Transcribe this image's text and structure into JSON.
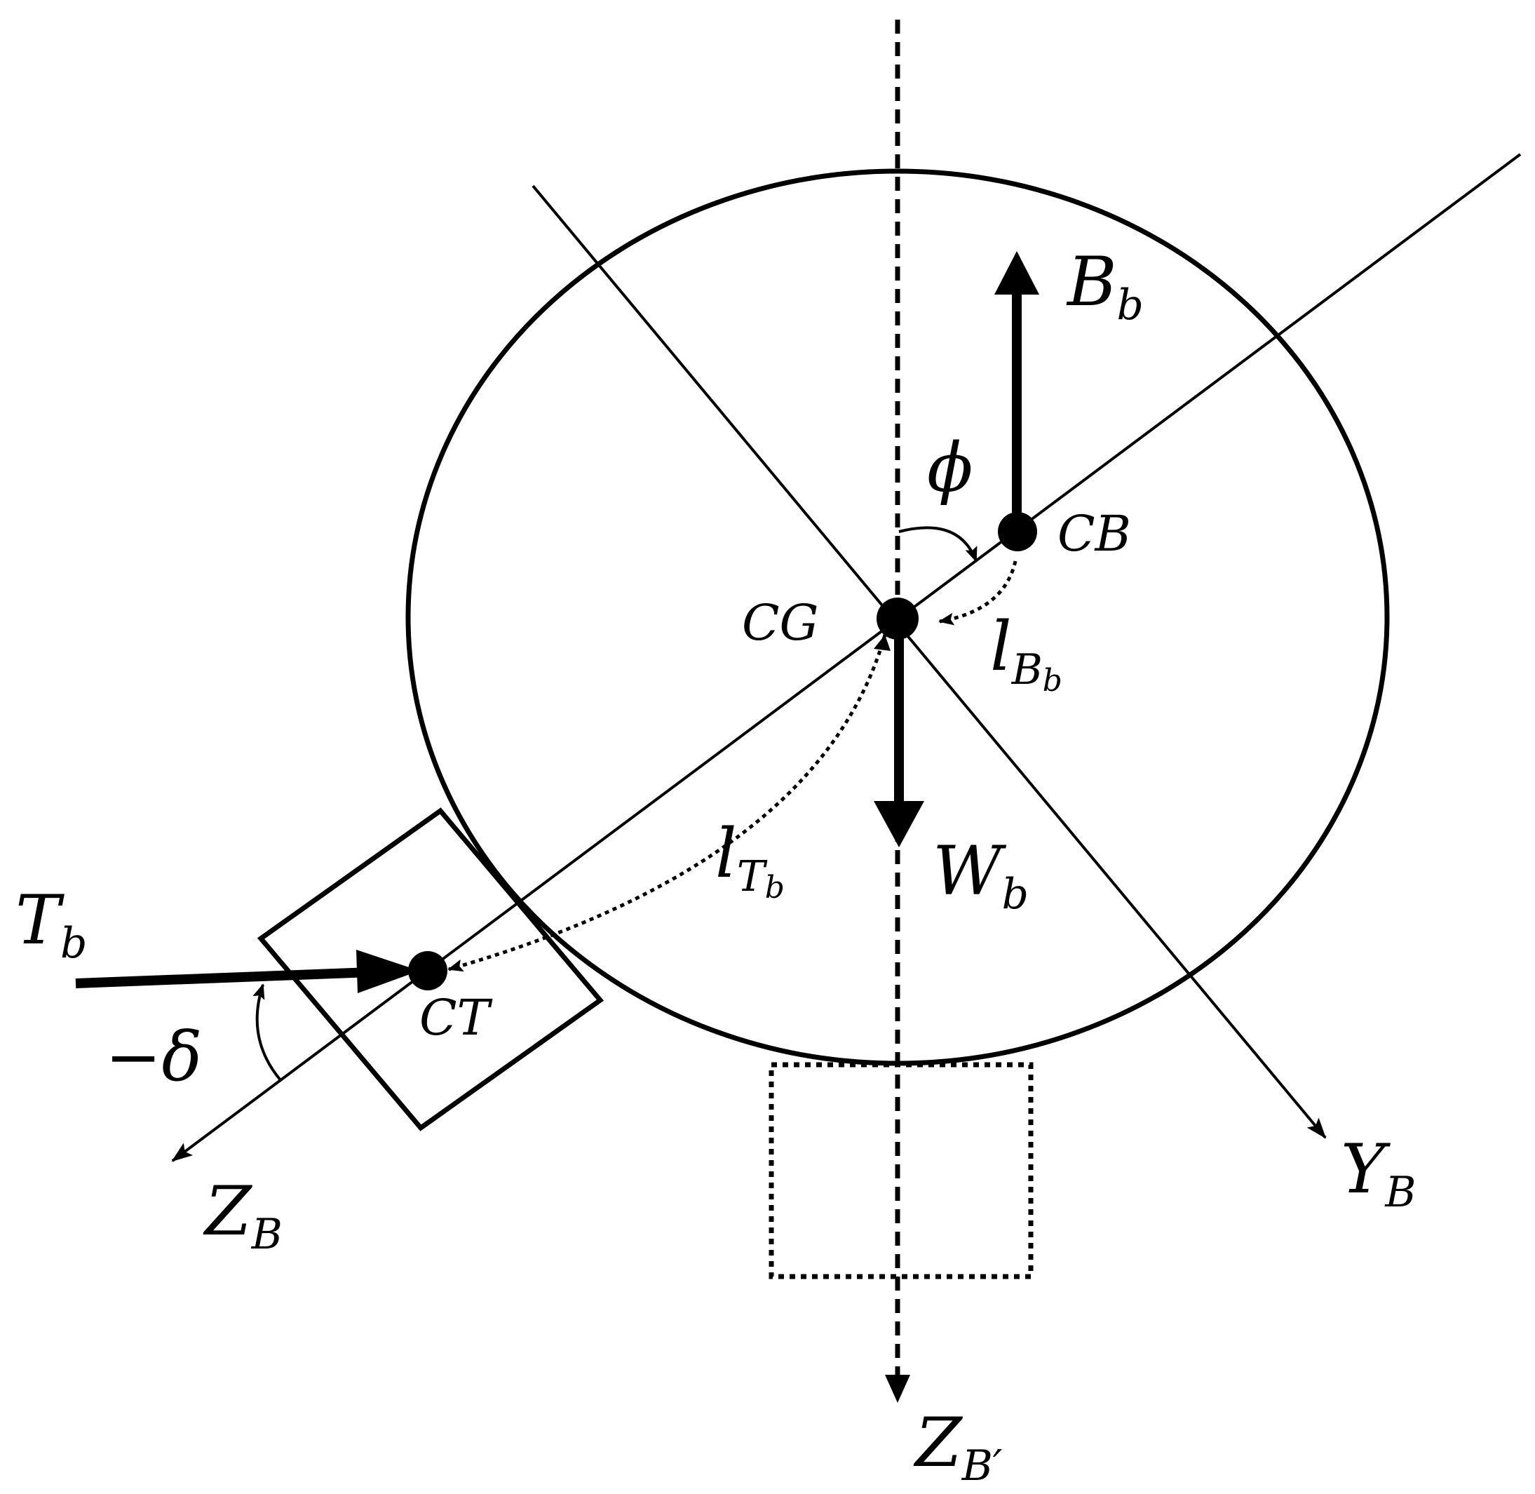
{
  "labels": {
    "b_b": "B",
    "b_b_sub": "b",
    "w_b": "W",
    "w_b_sub": "b",
    "t_b": "T",
    "t_b_sub": "b",
    "phi": "ϕ",
    "cb": "CB",
    "cg": "CG",
    "ct": "CT",
    "l_bb": "l",
    "l_bb_sub": "B",
    "l_bb_subsub": "b",
    "l_tb": "l",
    "l_tb_sub": "T",
    "l_tb_subsub": "b",
    "delta": "−δ",
    "y_b": "Y",
    "y_b_sub": "B",
    "z_b": "Z",
    "z_b_sub": "B",
    "z_bprime": "Z",
    "z_bprime_sub": "B′"
  }
}
